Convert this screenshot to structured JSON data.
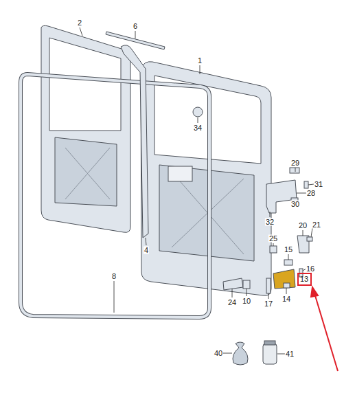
{
  "diagram": {
    "nodes": [
      {
        "text": [
          "13"
        ]
      }
    ],
    "labels": [
      "2",
      "6",
      "1",
      "34",
      "29",
      "31",
      "28",
      "30",
      "32",
      "20",
      "21",
      "25",
      "15",
      "16",
      "14",
      "17",
      "10",
      "24",
      "4",
      "8",
      "40",
      "41"
    ]
  }
}
